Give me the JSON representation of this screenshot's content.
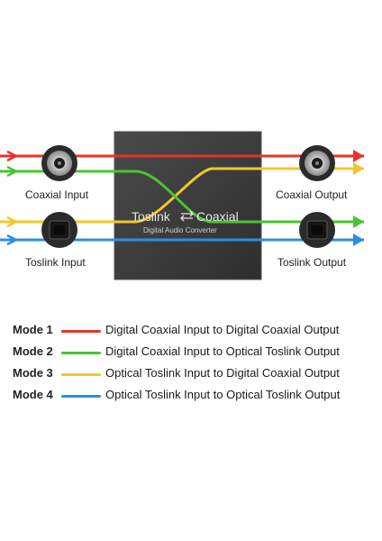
{
  "device": {
    "title_left": "Toslink",
    "title_right": "Coaxial",
    "subtitle": "Digital Audio Converter",
    "arrow_icon": "swap-arrows-icon"
  },
  "ports": {
    "coaxial_input": "Coaxial Input",
    "coaxial_output": "Coaxial Output",
    "toslink_input": "Toslink Input",
    "toslink_output": "Toslink Output"
  },
  "colors": {
    "mode1": "#e8322b",
    "mode2": "#49c531",
    "mode3": "#f2c72a",
    "mode4": "#2a8fe0",
    "box": "#3a3a3a"
  },
  "legend": [
    {
      "mode": "Mode 1",
      "color": "#e8322b",
      "text": "Digital Coaxial Input to Digital Coaxial Output"
    },
    {
      "mode": "Mode 2",
      "color": "#49c531",
      "text": "Digital Coaxial Input to Optical Toslink Output"
    },
    {
      "mode": "Mode 3",
      "color": "#f2c72a",
      "text": "Optical Toslink Input to Digital Coaxial Output"
    },
    {
      "mode": "Mode 4",
      "color": "#2a8fe0",
      "text": "Optical Toslink Input to Optical Toslink Output"
    }
  ]
}
